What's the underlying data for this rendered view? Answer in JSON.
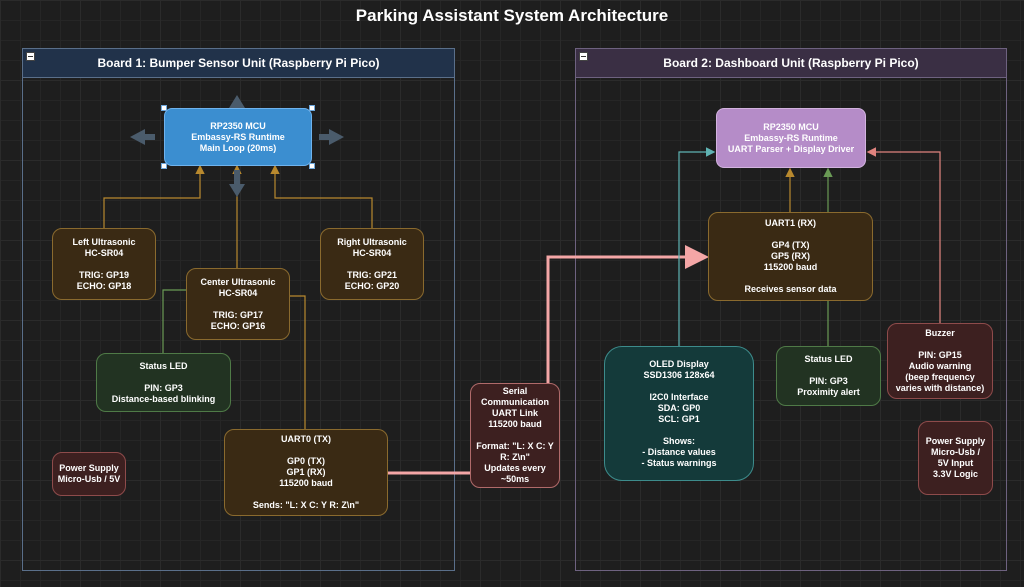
{
  "title": "Parking Assistant System Architecture",
  "boards": {
    "board1": "Board 1: Bumper Sensor Unit (Raspberry Pi Pico)",
    "board2": "Board 2: Dashboard Unit (Raspberry Pi Pico)"
  },
  "nodes": {
    "mcu1": "RP2350 MCU\nEmbassy-RS Runtime\nMain Loop (20ms)",
    "left_ultrasonic": "Left Ultrasonic\nHC-SR04\n\nTRIG: GP19\nECHO: GP18",
    "center_ultrasonic": "Center Ultrasonic\nHC-SR04\n\nTRIG: GP17\nECHO: GP16",
    "right_ultrasonic": "Right Ultrasonic\nHC-SR04\n\nTRIG: GP21\nECHO: GP20",
    "status_led1": "Status LED\n\nPIN: GP3\nDistance-based blinking",
    "uart0": "UART0 (TX)\n\nGP0 (TX)\nGP1 (RX)\n115200 baud\n\nSends: \"L: X C: Y R: Z\\n\"",
    "power1": "Power Supply\nMicro-Usb / 5V",
    "serial": "Serial\nCommunication\nUART Link\n115200 baud\n\nFormat: \"L: X C: Y\nR: Z\\n\"\nUpdates every\n~50ms",
    "mcu2": "RP2350 MCU\nEmbassy-RS Runtime\nUART Parser + Display Driver",
    "uart1": "UART1 (RX)\n\nGP4 (TX)\nGP5 (RX)\n115200 baud\n\nReceives sensor data",
    "oled": "OLED Display\nSSD1306 128x64\n\nI2C0 Interface\nSDA: GP0\nSCL: GP1\n\nShows:\n- Distance values\n- Status warnings",
    "status_led2": "Status LED\n\nPIN: GP3\nProximity alert",
    "buzzer": "Buzzer\n\nPIN: GP15\nAudio warning\n(beep frequency\nvaries with distance)",
    "power2": "Power Supply\nMicro-Usb /\n5V Input\n3.3V Logic"
  },
  "colors": {
    "amber_edge": "#b8892e",
    "green_edge": "#6a9a55",
    "teal_edge": "#5fb3b3",
    "pink_edge": "#e0837e",
    "serial_edge": "#f4a6a6",
    "mcu1_fill": "#3b8ed0",
    "mcu2_fill": "#b58cc8"
  }
}
